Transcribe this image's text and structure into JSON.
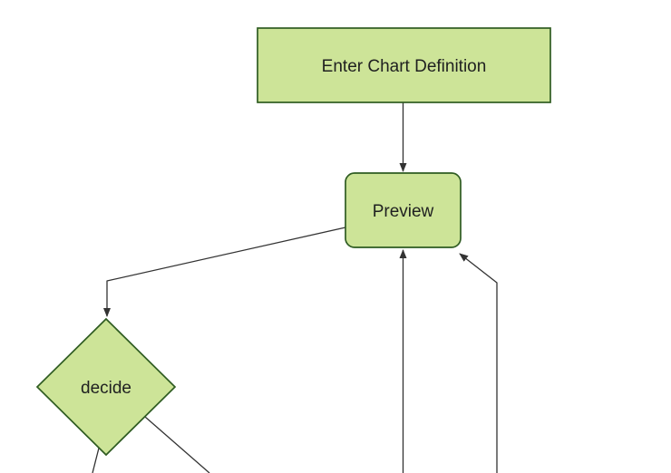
{
  "diagram": {
    "type": "flowchart",
    "direction": "top-down",
    "background": "#ffffff",
    "nodes": [
      {
        "id": "A",
        "label": "Enter Chart Definition",
        "shape": "rectangle"
      },
      {
        "id": "B",
        "label": "Preview",
        "shape": "rounded-rectangle"
      },
      {
        "id": "C",
        "label": "decide",
        "shape": "diamond"
      }
    ],
    "edges": [
      {
        "from": "Enter Chart Definition",
        "to": "Preview",
        "arrowhead": true
      },
      {
        "from": "Preview",
        "to": "decide",
        "arrowhead": true
      },
      {
        "from": "decide",
        "to": "offscreen-bottom-left",
        "arrowhead": false
      },
      {
        "from": "decide",
        "to": "offscreen-bottom-right",
        "arrowhead": false
      },
      {
        "from": "offscreen-bottom",
        "to": "Preview",
        "arrowhead": true
      },
      {
        "from": "offscreen-bottom-right",
        "to": "Preview",
        "arrowhead": true
      }
    ],
    "colors": {
      "node_fill": "#cde498",
      "node_border": "#2f5c22",
      "edge_line": "#333333",
      "label_text": "#1f2020"
    }
  }
}
